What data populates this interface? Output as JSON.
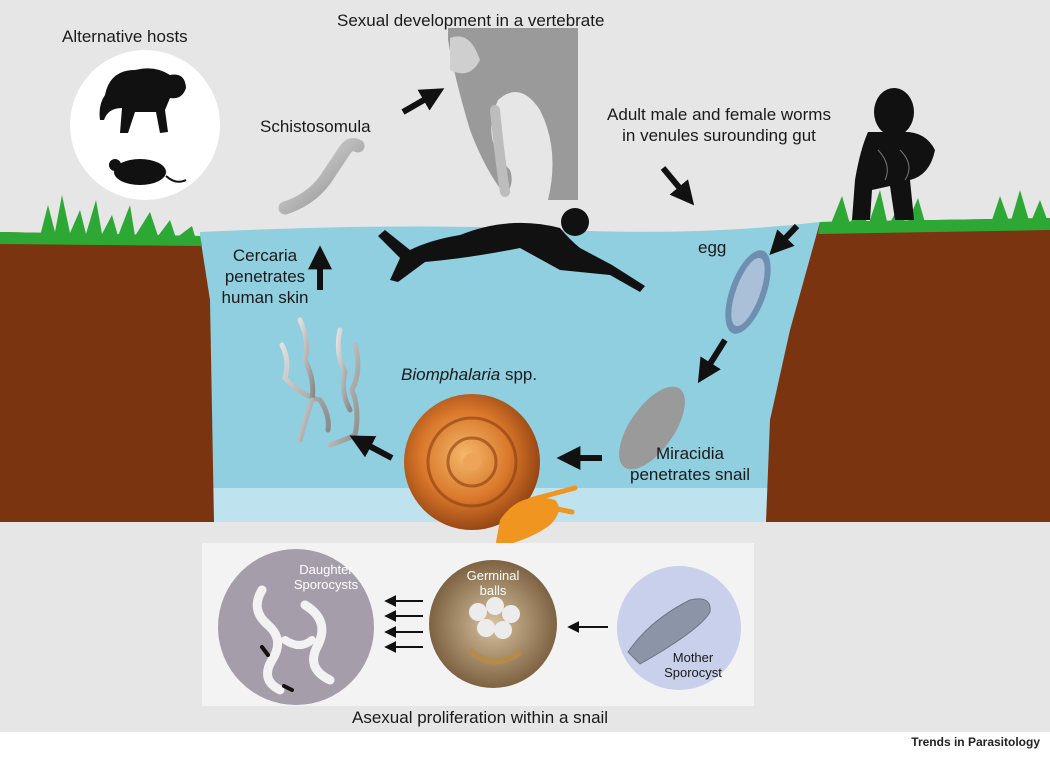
{
  "labels": {
    "alternative_hosts": "Alternative hosts",
    "sexual_development": "Sexual development in a vertebrate",
    "schistosomula": "Schistosomula",
    "adult_worms_line1": "Adult male and female worms",
    "adult_worms_line2": "in venules surounding gut",
    "egg": "egg",
    "cercaria_line1": "Cercaria",
    "cercaria_line2": "penetrates",
    "cercaria_line3": "human skin",
    "snail_genus": "Biomphalaria",
    "snail_suffix": " spp.",
    "miracidia_line1": "Miracidia",
    "miracidia_line2": "penetrates snail",
    "daughter_line1": "Daughter",
    "daughter_line2": "Sporocysts",
    "germinal_line1": "Germinal",
    "germinal_line2": "balls",
    "mother_line1": "Mother",
    "mother_line2": "Sporocyst",
    "asexual": "Asexual proliferation within a snail"
  },
  "footer": "Trends in Parasitology",
  "colors": {
    "background": "#e6e6e6",
    "water": "#8fcfdf",
    "water_light": "#bfe3ee",
    "ground": "#7b3410",
    "grass": "#2ea834",
    "panel": "#f3f3f3",
    "daughter_circle": "#a59eaa",
    "mother_circle": "#c9d0ec"
  }
}
